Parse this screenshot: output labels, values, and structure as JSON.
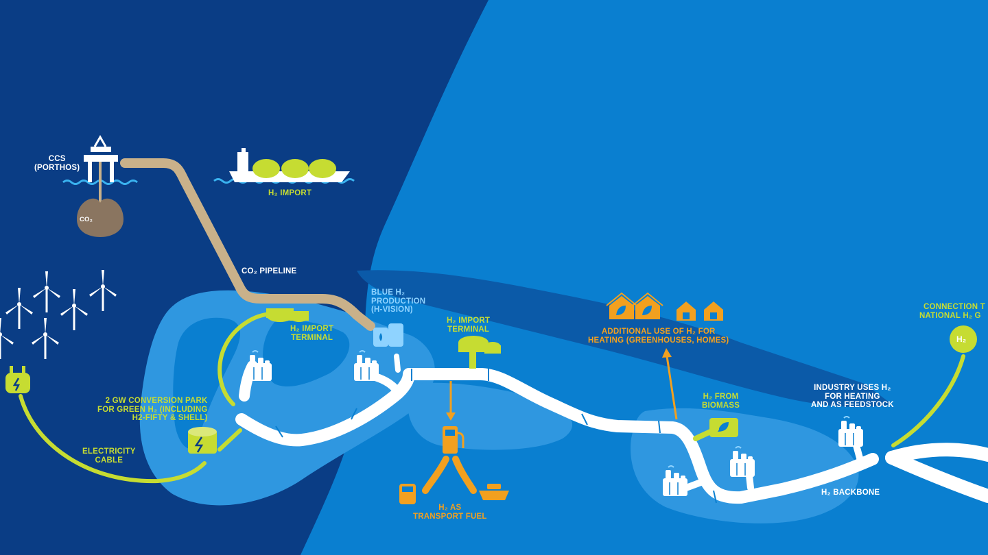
{
  "colors": {
    "sea": "#0a3d85",
    "land": "#0a7fd0",
    "harbor": "#2f97e0",
    "lime": "#c6dc32",
    "orange": "#f2a01f",
    "pipe": "#ffffff",
    "co2_pipe": "#c9b18a",
    "text_white": "#ffffff",
    "text_light_blue": "#8fd3ff"
  },
  "labels": {
    "ccs": [
      "CCS",
      "(PORTHOS)"
    ],
    "h2_import_ship": [
      "H₂ IMPORT"
    ],
    "co2_pipeline": [
      "CO₂ PIPELINE"
    ],
    "blue_h2": [
      "BLUE H₂",
      "PRODUCTION",
      "(H-VISION)"
    ],
    "h2_import_terminal_1": [
      "H₂ IMPORT",
      "TERMINAL"
    ],
    "h2_import_terminal_2": [
      "H₂ IMPORT",
      "TERMINAL"
    ],
    "conversion_park": [
      "2 GW CONVERSION PARK",
      "FOR GREEN H₂ (INCLUDING",
      "H2-FIFTY & SHELL)"
    ],
    "electricity_cable": [
      "ELECTRICITY",
      "CABLE"
    ],
    "transport_fuel": [
      "H₂ AS",
      "TRANSPORT FUEL"
    ],
    "heating": [
      "ADDITIONAL USE OF H₂ FOR",
      "HEATING (GREENHOUSES, HOMES)"
    ],
    "biomass": [
      "H₂ FROM",
      "BIOMASS"
    ],
    "industry": [
      "INDUSTRY USES H₂",
      "FOR HEATING",
      "AND AS FEEDSTOCK"
    ],
    "backbone": [
      "H₂ BACKBONE"
    ],
    "connection": [
      "CONNECTION T",
      "NATIONAL H₂ G"
    ],
    "h2_badge": "H₂",
    "co2_badge": "CO₂"
  },
  "icons": [
    "offshore-platform-icon",
    "wind-turbine-icon",
    "lng-ship-icon",
    "plug-icon",
    "storage-tank-icon",
    "factory-icon",
    "greenhouse-icon",
    "house-icon",
    "fuel-pump-icon",
    "truck-icon",
    "ship-icon",
    "co2-cloud-icon"
  ]
}
